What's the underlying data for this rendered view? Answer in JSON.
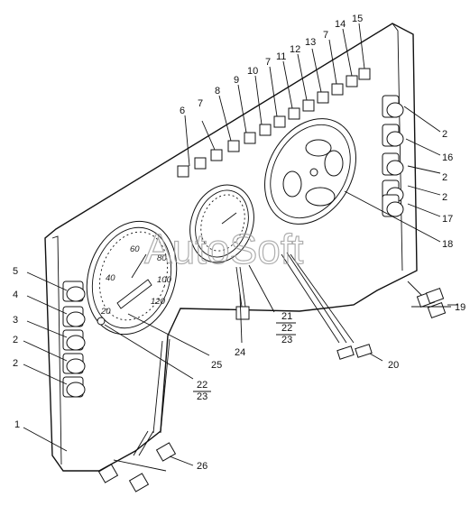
{
  "watermark": "AutoSoft",
  "labels": [
    {
      "id": "15",
      "text": "15"
    },
    {
      "id": "14",
      "text": "14"
    },
    {
      "id": "7a",
      "text": "7"
    },
    {
      "id": "13",
      "text": "13"
    },
    {
      "id": "12",
      "text": "12"
    },
    {
      "id": "11",
      "text": "11"
    },
    {
      "id": "7b",
      "text": "7"
    },
    {
      "id": "10",
      "text": "10"
    },
    {
      "id": "9",
      "text": "9"
    },
    {
      "id": "8",
      "text": "8"
    },
    {
      "id": "7c",
      "text": "7"
    },
    {
      "id": "6",
      "text": "6"
    },
    {
      "id": "2a",
      "text": "2"
    },
    {
      "id": "16",
      "text": "16"
    },
    {
      "id": "2b",
      "text": "2"
    },
    {
      "id": "2c",
      "text": "2"
    },
    {
      "id": "17",
      "text": "17"
    },
    {
      "id": "18",
      "text": "18"
    },
    {
      "id": "5",
      "text": "5"
    },
    {
      "id": "4",
      "text": "4"
    },
    {
      "id": "3",
      "text": "3"
    },
    {
      "id": "2d",
      "text": "2"
    },
    {
      "id": "2e",
      "text": "2"
    },
    {
      "id": "1",
      "text": "1"
    },
    {
      "id": "25",
      "text": "25"
    },
    {
      "id": "22a",
      "text": "22"
    },
    {
      "id": "23a",
      "text": "23"
    },
    {
      "id": "24",
      "text": "24"
    },
    {
      "id": "21",
      "text": "21"
    },
    {
      "id": "22b",
      "text": "22"
    },
    {
      "id": "23b",
      "text": "23"
    },
    {
      "id": "20",
      "text": "20"
    },
    {
      "id": "19",
      "text": "19"
    },
    {
      "id": "26",
      "text": "26"
    }
  ],
  "speedometer_scale": [
    "20",
    "40",
    "60",
    "80",
    "100",
    "120"
  ]
}
